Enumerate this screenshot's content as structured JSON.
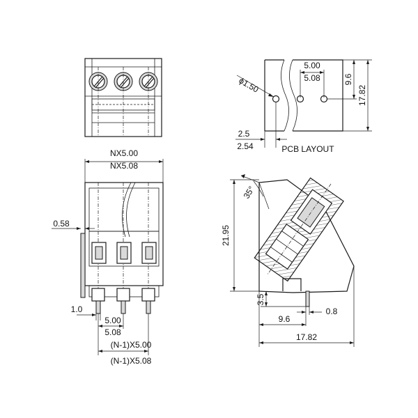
{
  "pcb_layout": {
    "hole_diameter": "ϕ1.50",
    "pitch_a": "5.00",
    "pitch_b": "5.08",
    "height_a": "9.6",
    "height_b": "17.82",
    "offset_a": "2.5",
    "offset_b": "2.54",
    "caption": "PCB LAYOUT"
  },
  "front_view": {
    "width_a": "NX5.00",
    "width_b": "NX5.08",
    "side_offset": "0.58",
    "pin_width": "1.0",
    "pitch_a": "5.00",
    "pitch_b": "5.08",
    "span_a": "(N-1)X5.00",
    "span_b": "(N-1)X5.08"
  },
  "side_view": {
    "angle": "35°",
    "height": "21.95",
    "pin_length": "3.5",
    "pin_offset": "9.6",
    "pin_thickness": "0.8",
    "depth": "17.82"
  },
  "colors": {
    "line": "#1a1a1a",
    "body_fill": "#d9d9d9",
    "background": "#ffffff"
  }
}
